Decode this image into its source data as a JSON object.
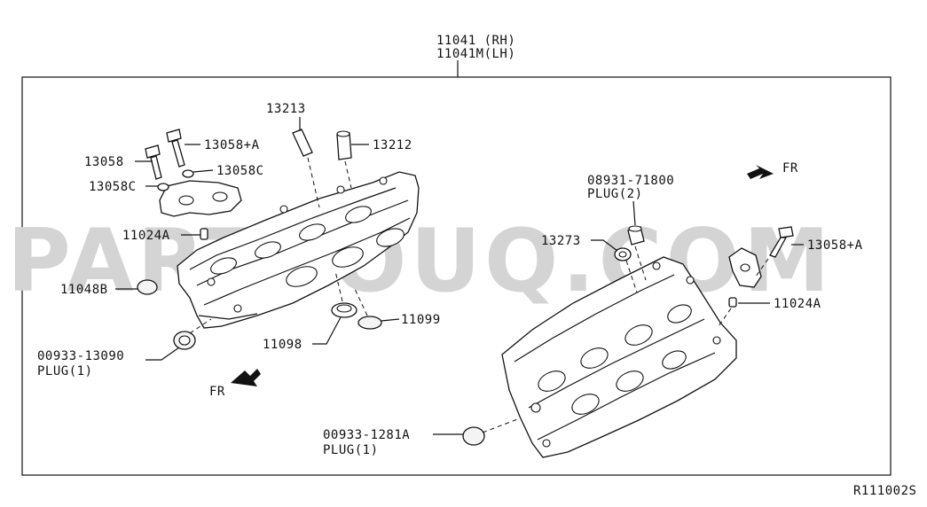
{
  "labels": {
    "head_rh": "11041 (RH)",
    "head_lh": "11041M(LH)",
    "p13213": "13213",
    "p13212": "13212",
    "p13058a_left": "13058+A",
    "p13058": "13058",
    "p13058c_right": "13058C",
    "p13058c_left": "13058C",
    "p11024a_left": "11024A",
    "p11048b": "11048B",
    "p00933_13090": "00933-13090",
    "plug1_left": "PLUG(1)",
    "p11098": "11098",
    "p11099": "11099",
    "fr_left": "FR",
    "p08931_71800": "08931-71800",
    "plug2": "PLUG(2)",
    "p13273": "13273",
    "fr_right": "FR",
    "p13058a_right": "13058+A",
    "p11024a_right": "11024A",
    "p00933_1281a": "00933-1281A",
    "plug1_bottom": "PLUG(1)",
    "ref_code": "R111002S"
  },
  "watermark": "PARTSOUQ.COM",
  "colors": {
    "line": "#111111",
    "watermark": "#d4d4d4",
    "background": "#ffffff"
  }
}
